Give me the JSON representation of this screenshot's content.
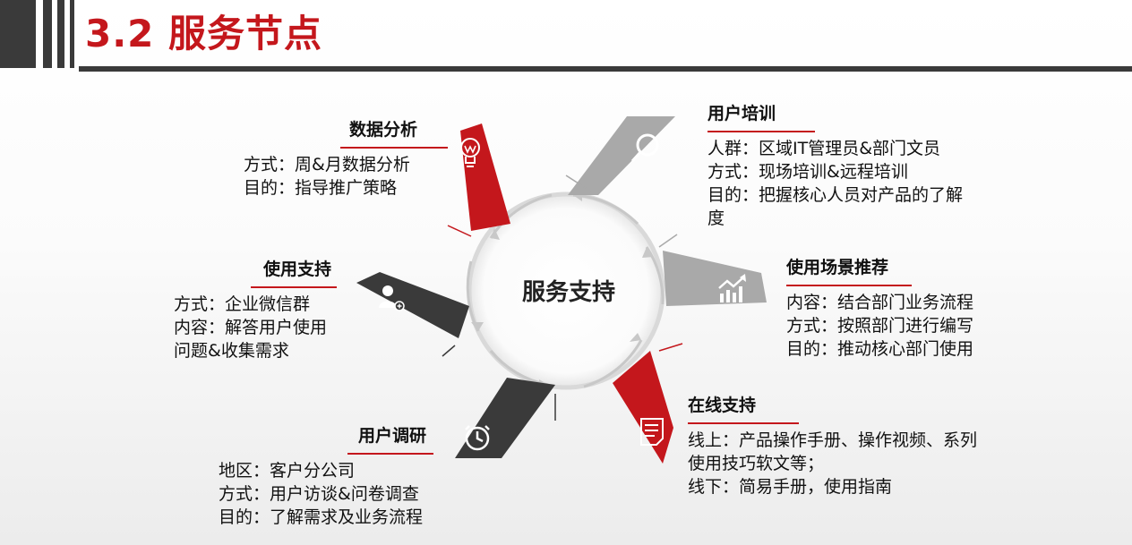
{
  "title": "3.2 服务节点",
  "center_label": "服务支持",
  "colors": {
    "accent": "#c4171c",
    "dark": "#3a3a3a",
    "gray": "#a9a9a9"
  },
  "nodes": {
    "data_analysis": {
      "heading": "数据分析",
      "icon": "lightbulb-icon",
      "lines": [
        "方式：周&月数据分析",
        "目的：指导推广策略"
      ]
    },
    "user_training": {
      "heading": "用户培训",
      "icon": "search-icon",
      "lines": [
        "人群：区域IT管理员&部门文员",
        "方式：现场培训&远程培训",
        "目的：把握核心人员对产品的了解",
        "度"
      ]
    },
    "scenario": {
      "heading": "使用场景推荐",
      "icon": "trend-chart-icon",
      "lines": [
        "内容：结合部门业务流程",
        "方式：按照部门进行编写",
        "目的：推动核心部门使用"
      ]
    },
    "online": {
      "heading": "在线支持",
      "icon": "document-icon",
      "lines": [
        "线上：产品操作手册、操作视频、系列",
        "使用技巧软文等；",
        "线下：简易手册，使用指南"
      ]
    },
    "research": {
      "heading": "用户调研",
      "icon": "clock-icon",
      "lines": [
        "地区：客户分公司",
        "方式：用户访谈&问卷调查",
        "目的：了解需求及业务流程"
      ]
    },
    "usage_support": {
      "heading": "使用支持",
      "icon": "user-add-icon",
      "lines": [
        "方式：企业微信群",
        "内容：解答用户使用",
        "问题&收集需求"
      ]
    }
  }
}
